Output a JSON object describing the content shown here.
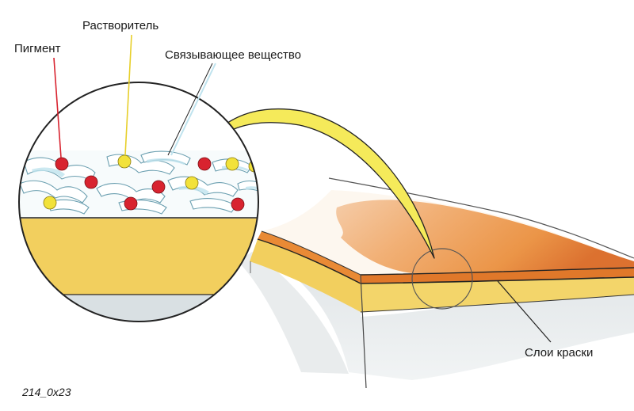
{
  "labels": {
    "pigment": "Пигмент",
    "solvent": "Растворитель",
    "binder": "Связывающее вещество",
    "layers": "Слои краски",
    "code": "214_0x23"
  },
  "colors": {
    "pigment": "#d8232f",
    "solvent": "#f2e23a",
    "binder_fill": "#ffffff",
    "binder_tint": "#bfe3ee",
    "base_layer": "#f2cf5e",
    "paint_orange": "#e77a1f",
    "arrow_yellow": "#f5ea5a"
  }
}
